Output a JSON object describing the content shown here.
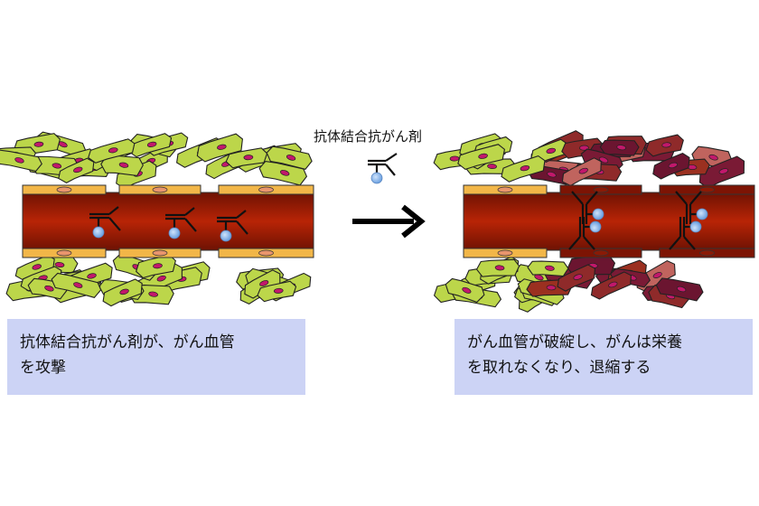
{
  "legend": {
    "label": "抗体結合抗がん剤"
  },
  "panels": [
    {
      "caption_line1": "抗体結合抗がん剤が、がん血管",
      "caption_line2": "を攻撃"
    },
    {
      "caption_line1": "がん血管が破綻し、がんは栄養",
      "caption_line2": "を取れなくなり、退縮する"
    }
  ],
  "colors": {
    "healthy_cell": "#bcd64a",
    "damaged_cell": "#7a1a35",
    "vessel": "#a81e08",
    "endothelial": "#f2b648",
    "drug": "#8ab8ec",
    "caption_bg": "#ccd3f5"
  }
}
